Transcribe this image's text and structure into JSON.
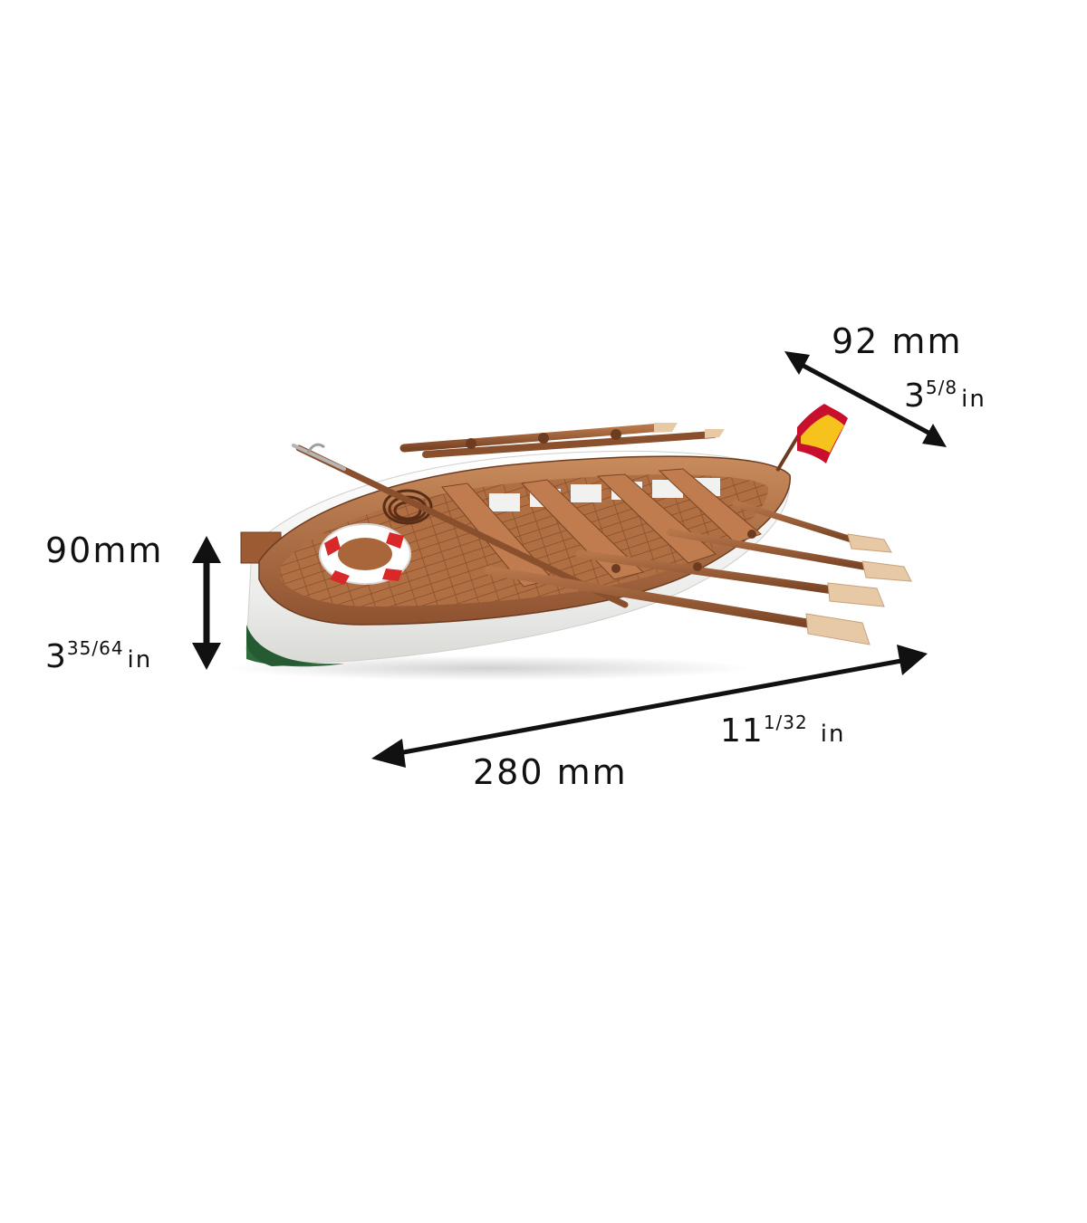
{
  "dimensions": {
    "width": {
      "metric": "92 mm",
      "imperial_whole": "3",
      "imperial_fraction": "5/8",
      "imperial_unit": "in"
    },
    "height": {
      "metric": "90mm",
      "imperial_whole": "3",
      "imperial_fraction": "35/64",
      "imperial_unit": "in"
    },
    "length": {
      "metric": "280 mm",
      "imperial_whole": "11",
      "imperial_fraction": "1/32",
      "imperial_unit": "in"
    }
  },
  "colors": {
    "wood_light": "#c98a5a",
    "wood_mid": "#a8663a",
    "wood_dark": "#7a4526",
    "hull_white": "#f4f4f2",
    "keel_green": "#2f6b3c",
    "oar_blade": "#e8c9a6",
    "lifebuoy_red": "#d8282a",
    "flag_red": "#c8102e",
    "flag_yellow": "#f6c21c",
    "arrow": "#111111"
  }
}
